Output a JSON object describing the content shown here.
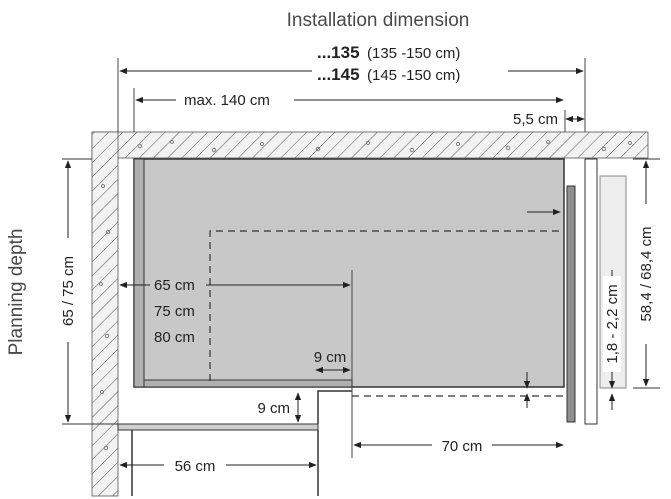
{
  "title": "Installation dimension",
  "side_label": "Planning depth",
  "models": [
    {
      "code": "...135",
      "range": "(135 -150 cm)"
    },
    {
      "code": "...145",
      "range": "(145 -150 cm)"
    }
  ],
  "labels": {
    "max_width": "max. 140 cm",
    "gap_top": "5,5 cm",
    "planning_depth": "65 / 75 cm",
    "right_height": "58,4 / 68,4 cm",
    "door_gap": "1,8 - 2,2 cm",
    "depth_1": "65 cm",
    "depth_2": "75 cm",
    "depth_3": "80 cm",
    "step_width": "9 cm",
    "step_height": "9 cm",
    "door_width": "70 cm",
    "cabinet_width": "56 cm"
  },
  "colors": {
    "appliance_fill": "#c8c8c8",
    "outline": "#333333",
    "wall_fill": "#e9e9e9"
  }
}
